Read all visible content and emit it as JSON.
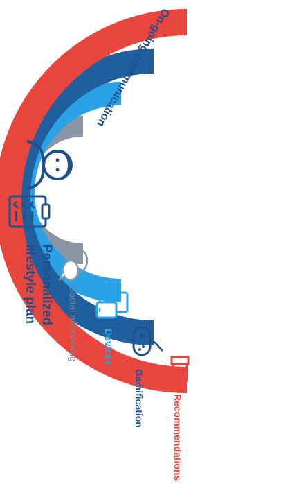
{
  "title": {
    "line1": "Personalized",
    "line2": "lifestyle plan"
  },
  "arc_label": "On-going communication",
  "layers": [
    {
      "id": "social",
      "label": "Social networking",
      "color": "#8a96a3",
      "label_color": "#7f8890",
      "icon": "chat-bubbles-icon"
    },
    {
      "id": "devices",
      "label": "Devices",
      "color": "#2aa3e6",
      "label_color": "#2aa3e6",
      "icon": "devices-icon"
    },
    {
      "id": "gamification",
      "label": "Gamification",
      "color": "#1f5f9e",
      "label_color": "#1f4f8e",
      "icon": "gamepad-icon"
    },
    {
      "id": "recommendations",
      "label": "Recommendations",
      "color": "#e8453c",
      "label_color": "#e8453c",
      "icon": "thumbs-down-icon"
    }
  ],
  "colors": {
    "title": "#1f4f8e",
    "person": "#1f4f8e",
    "arc_label": "#1f4f8e"
  },
  "icons": [
    "person-icon",
    "clipboard-icon"
  ]
}
